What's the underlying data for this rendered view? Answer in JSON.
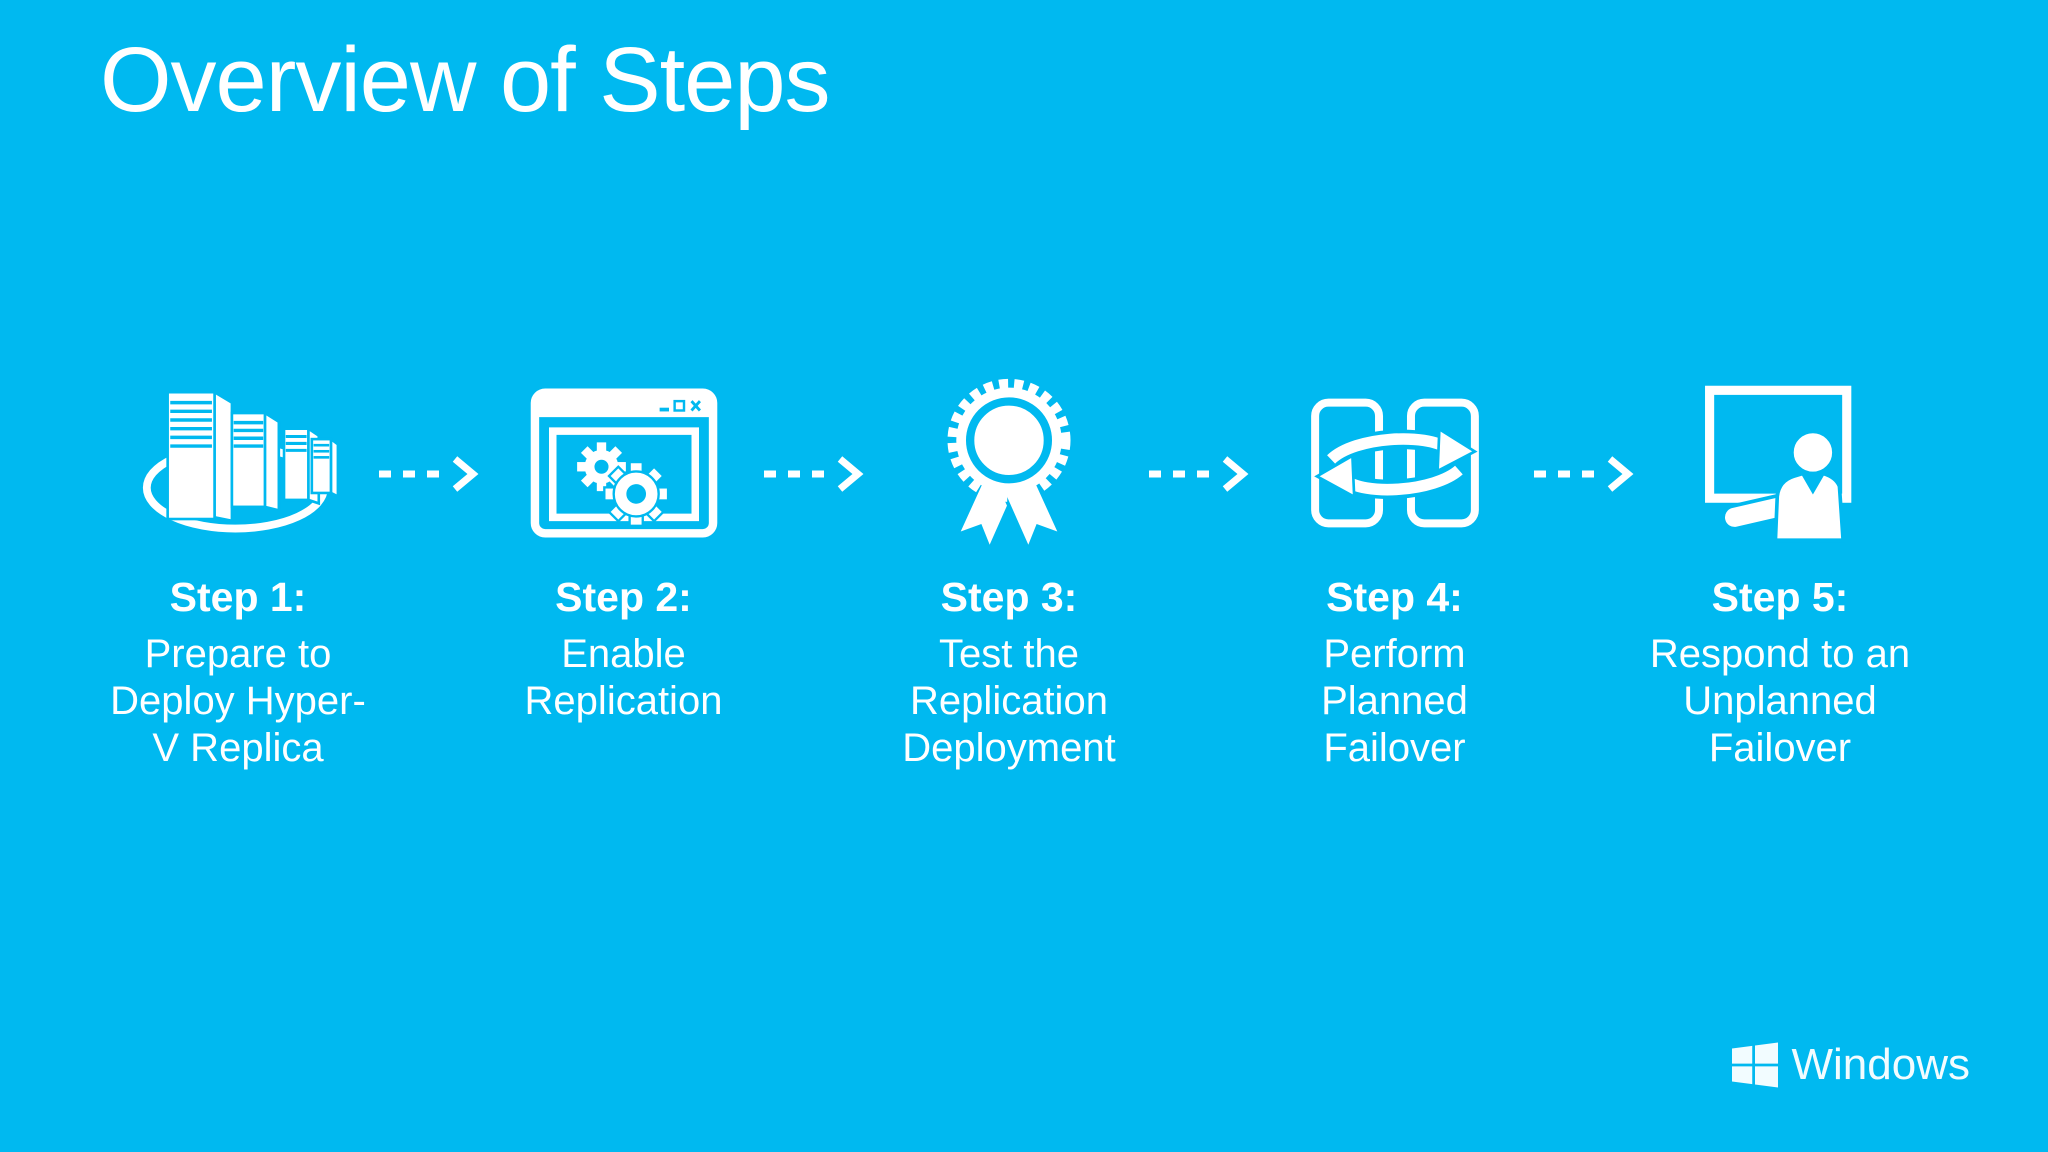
{
  "slide": {
    "title": "Overview of Steps",
    "background_color": "#00B9F0",
    "foreground_color": "#FFFFFF",
    "connector_icon": "dashed-arrow-icon"
  },
  "steps": [
    {
      "label": "Step 1:",
      "description": "Prepare to\nDeploy Hyper-\nV Replica",
      "icon": "server-rack-icon"
    },
    {
      "label": "Step 2:",
      "description": "Enable\nReplication",
      "icon": "settings-window-icon"
    },
    {
      "label": "Step 3:",
      "description": "Test the\nReplication\nDeployment",
      "icon": "award-ribbon-icon"
    },
    {
      "label": "Step 4:",
      "description": "Perform\nPlanned\nFailover",
      "icon": "sync-failover-icon"
    },
    {
      "label": "Step 5:",
      "description": "Respond to an\nUnplanned\nFailover",
      "icon": "presenter-monitor-icon"
    }
  ],
  "footer": {
    "brand": "Windows",
    "logo": "windows-logo-icon"
  }
}
